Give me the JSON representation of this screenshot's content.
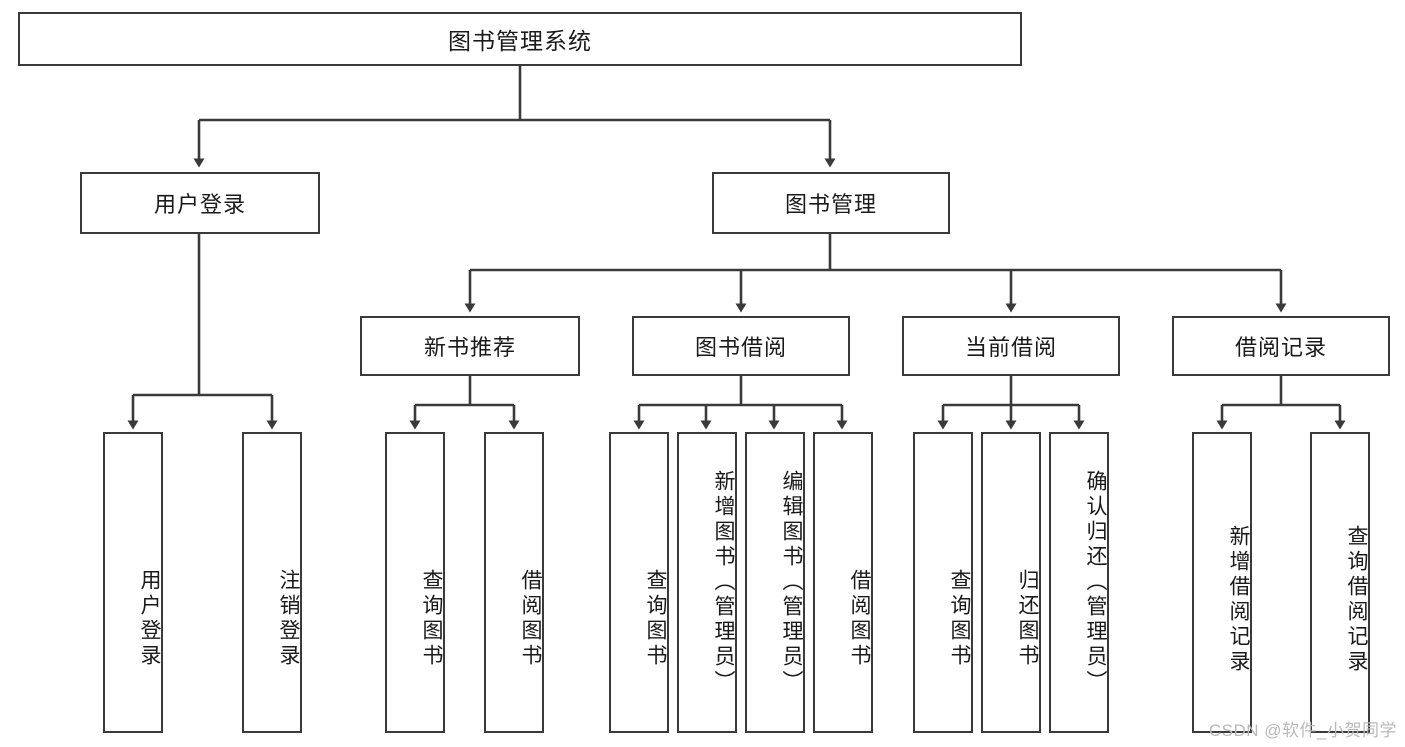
{
  "diagram": {
    "title": "图书管理系统",
    "type": "tree-hierarchy-diagram",
    "colors": {
      "box_border": "#3a3a3a",
      "box_fill": "#ffffff",
      "edge": "#3a3a3a",
      "text": "#1a1a1a",
      "watermark": "#b9b9b9"
    },
    "root": {
      "label": "图书管理系统"
    },
    "level2": [
      {
        "label": "用户登录"
      },
      {
        "label": "图书管理"
      }
    ],
    "level3": [
      {
        "label": "新书推荐"
      },
      {
        "label": "图书借阅"
      },
      {
        "label": "当前借阅"
      },
      {
        "label": "借阅记录"
      }
    ],
    "leaves": {
      "user_login": [
        {
          "label": "用户登录"
        },
        {
          "label": "注销登录"
        }
      ],
      "new_book_recommend": [
        {
          "label": "查询图书"
        },
        {
          "label": "借阅图书"
        }
      ],
      "book_borrow": [
        {
          "label": "查询图书"
        },
        {
          "label": "新增图书（管理员）"
        },
        {
          "label": "编辑图书（管理员）"
        },
        {
          "label": "借阅图书"
        }
      ],
      "current_borrow": [
        {
          "label": "查询图书"
        },
        {
          "label": "归还图书"
        },
        {
          "label": "确认归还（管理员）"
        }
      ],
      "borrow_record": [
        {
          "label": "新增借阅记录"
        },
        {
          "label": "查询借阅记录"
        }
      ]
    }
  },
  "watermark": {
    "text": "CSDN @软件_小贺同学"
  }
}
